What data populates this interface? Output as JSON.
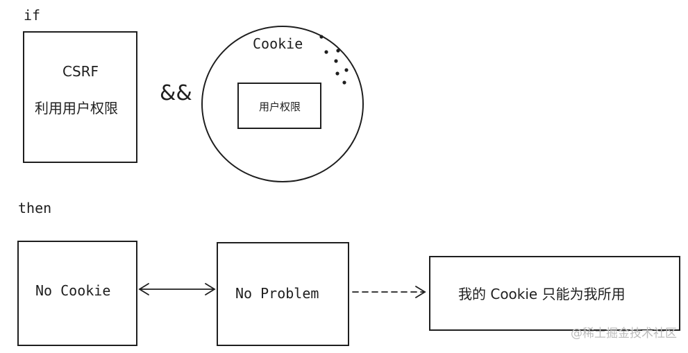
{
  "if_keyword": "if",
  "then_keyword": "then",
  "and_operator": "&&",
  "csrf_box": {
    "title": "CSRF",
    "subtitle": "利用用户权限"
  },
  "cookie_circle": {
    "title": "Cookie",
    "inner_box_label": "用户权限"
  },
  "no_cookie_box": {
    "label": "No Cookie"
  },
  "no_problem_box": {
    "label": "No Problem"
  },
  "result_box": {
    "label": "我的 Cookie 只能为我所用"
  },
  "watermark": "@稀土掘金技术社区"
}
